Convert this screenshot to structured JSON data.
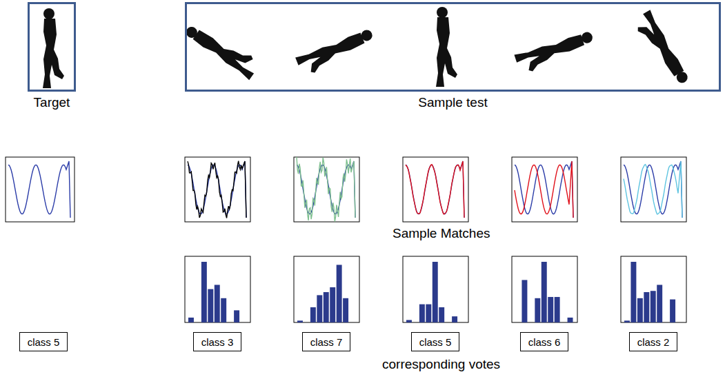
{
  "diagram": {
    "nodes": [
      {
        "text": [
          "Target"
        ]
      },
      {
        "text": [
          "Sample test"
        ]
      },
      {
        "text": [
          "class 5"
        ]
      },
      {
        "text": [
          "class 3"
        ]
      },
      {
        "text": [
          "class 7"
        ]
      },
      {
        "text": [
          "class 5"
        ]
      },
      {
        "text": [
          "class 6"
        ]
      },
      {
        "text": [
          "class 2"
        ]
      }
    ],
    "labels": [
      "Sample Matches",
      "corresponding votes"
    ]
  }
}
